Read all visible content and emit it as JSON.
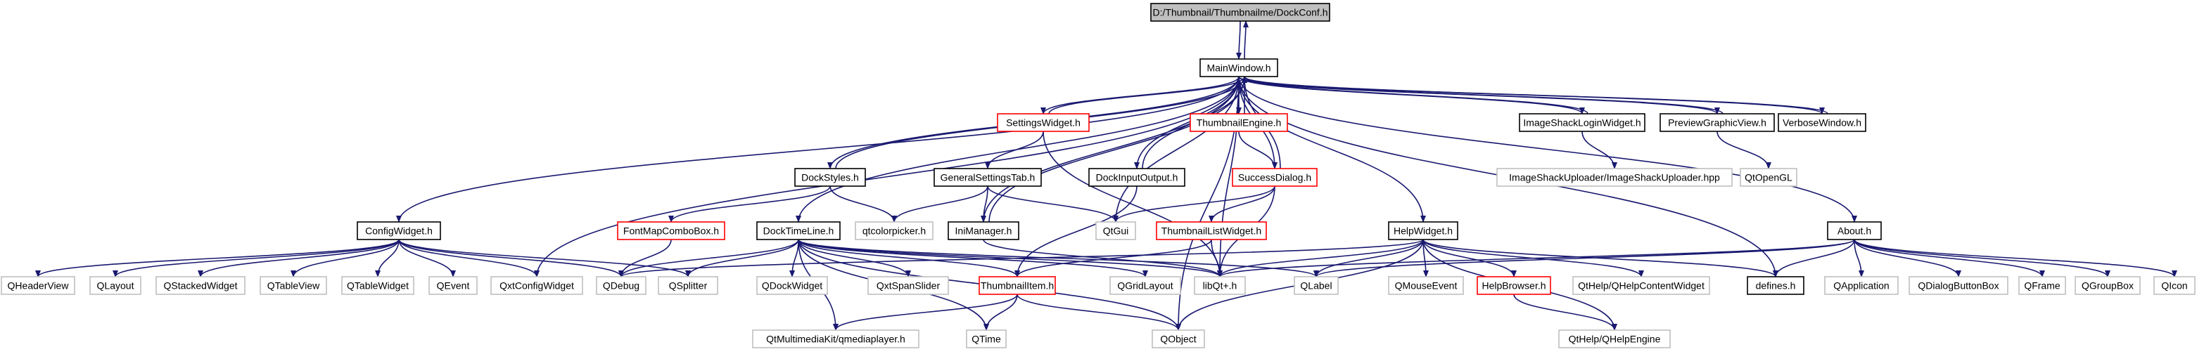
{
  "colors": {
    "edge": "#191970",
    "black_border": "#000000",
    "red_border": "#ff0000",
    "gray_border": "#bfbfbf",
    "root_fill": "#bfbfbf"
  },
  "nodes": [
    {
      "id": "dockconf",
      "label": "D:/Thumbnail/Thumbnailme/DockConf.h",
      "style": "root"
    },
    {
      "id": "mainwindow",
      "label": "MainWindow.h",
      "style": "black"
    },
    {
      "id": "settingswidget",
      "label": "SettingsWidget.h",
      "style": "red"
    },
    {
      "id": "thumbnailengine",
      "label": "ThumbnailEngine.h",
      "style": "red"
    },
    {
      "id": "imageshackloginwidget",
      "label": "ImageShackLoginWidget.h",
      "style": "black"
    },
    {
      "id": "previewgraphicview",
      "label": "PreviewGraphicView.h",
      "style": "black"
    },
    {
      "id": "verbosewindow",
      "label": "VerboseWindow.h",
      "style": "black"
    },
    {
      "id": "dockstyles",
      "label": "DockStyles.h",
      "style": "black"
    },
    {
      "id": "generalsettingstab",
      "label": "GeneralSettingsTab.h",
      "style": "black"
    },
    {
      "id": "dockinputoutput",
      "label": "DockInputOutput.h",
      "style": "black"
    },
    {
      "id": "successdialog",
      "label": "SuccessDialog.h",
      "style": "red"
    },
    {
      "id": "imageshackuploader",
      "label": "ImageShackUploader/ImageShackUploader.hpp",
      "style": "gray"
    },
    {
      "id": "qtopengl",
      "label": "QtOpenGL",
      "style": "gray"
    },
    {
      "id": "configwidget",
      "label": "ConfigWidget.h",
      "style": "black"
    },
    {
      "id": "fontmapcombobox",
      "label": "FontMapComboBox.h",
      "style": "red"
    },
    {
      "id": "qtcolorpicker",
      "label": "qtcolorpicker.h",
      "style": "gray"
    },
    {
      "id": "docktimeline",
      "label": "DockTimeLine.h",
      "style": "black"
    },
    {
      "id": "inimanager",
      "label": "IniManager.h",
      "style": "black"
    },
    {
      "id": "qtgui",
      "label": "QtGui",
      "style": "gray"
    },
    {
      "id": "thumbnaillistwidget",
      "label": "ThumbnailListWidget.h",
      "style": "red"
    },
    {
      "id": "helpwidget",
      "label": "HelpWidget.h",
      "style": "black"
    },
    {
      "id": "about",
      "label": "About.h",
      "style": "black"
    },
    {
      "id": "qheaderview",
      "label": "QHeaderView",
      "style": "gray"
    },
    {
      "id": "qlayout",
      "label": "QLayout",
      "style": "gray"
    },
    {
      "id": "qstackedwidget",
      "label": "QStackedWidget",
      "style": "gray"
    },
    {
      "id": "qtableview",
      "label": "QTableView",
      "style": "gray"
    },
    {
      "id": "qtablewidget",
      "label": "QTableWidget",
      "style": "gray"
    },
    {
      "id": "qevent",
      "label": "QEvent",
      "style": "gray"
    },
    {
      "id": "qxtconfigwidget",
      "label": "QxtConfigWidget",
      "style": "gray"
    },
    {
      "id": "qdebug",
      "label": "QDebug",
      "style": "gray"
    },
    {
      "id": "qsplitter",
      "label": "QSplitter",
      "style": "gray"
    },
    {
      "id": "qdockwidget",
      "label": "QDockWidget",
      "style": "gray"
    },
    {
      "id": "qxtspanslider",
      "label": "QxtSpanSlider",
      "style": "gray"
    },
    {
      "id": "thumbnailitem",
      "label": "ThumbnailItem.h",
      "style": "red"
    },
    {
      "id": "qgridlayout",
      "label": "QGridLayout",
      "style": "gray"
    },
    {
      "id": "libqtplus",
      "label": "libQt+.h",
      "style": "gray"
    },
    {
      "id": "qlabel",
      "label": "QLabel",
      "style": "gray"
    },
    {
      "id": "qmouseevent",
      "label": "QMouseEvent",
      "style": "gray"
    },
    {
      "id": "helpbrowser",
      "label": "HelpBrowser.h",
      "style": "red"
    },
    {
      "id": "qthelpcontentwidget",
      "label": "QtHelp/QHelpContentWidget",
      "style": "gray"
    },
    {
      "id": "defines",
      "label": "defines.h",
      "style": "black"
    },
    {
      "id": "qapplication",
      "label": "QApplication",
      "style": "gray"
    },
    {
      "id": "qdialogbuttonbox",
      "label": "QDialogButtonBox",
      "style": "gray"
    },
    {
      "id": "qframe",
      "label": "QFrame",
      "style": "gray"
    },
    {
      "id": "qgroupbox",
      "label": "QGroupBox",
      "style": "gray"
    },
    {
      "id": "qicon",
      "label": "QIcon",
      "style": "gray"
    },
    {
      "id": "qmediaplayer",
      "label": "QtMultimediaKit/qmediaplayer.h",
      "style": "gray"
    },
    {
      "id": "qtime",
      "label": "QTime",
      "style": "gray"
    },
    {
      "id": "qobject",
      "label": "QObject",
      "style": "gray"
    },
    {
      "id": "qthelpengine",
      "label": "QtHelp/QHelpEngine",
      "style": "gray"
    }
  ],
  "edges": [
    [
      "dockconf",
      "mainwindow"
    ],
    [
      "mainwindow",
      "dockconf"
    ],
    [
      "mainwindow",
      "settingswidget"
    ],
    [
      "settingswidget",
      "mainwindow"
    ],
    [
      "mainwindow",
      "thumbnailengine"
    ],
    [
      "thumbnailengine",
      "mainwindow"
    ],
    [
      "mainwindow",
      "imageshackloginwidget"
    ],
    [
      "imageshackloginwidget",
      "mainwindow"
    ],
    [
      "mainwindow",
      "previewgraphicview"
    ],
    [
      "previewgraphicview",
      "mainwindow"
    ],
    [
      "mainwindow",
      "verbosewindow"
    ],
    [
      "verbosewindow",
      "mainwindow"
    ],
    [
      "mainwindow",
      "dockstyles"
    ],
    [
      "dockstyles",
      "mainwindow"
    ],
    [
      "mainwindow",
      "dockinputoutput"
    ],
    [
      "dockinputoutput",
      "mainwindow"
    ],
    [
      "mainwindow",
      "successdialog"
    ],
    [
      "successdialog",
      "mainwindow"
    ],
    [
      "mainwindow",
      "configwidget"
    ],
    [
      "mainwindow",
      "docktimeline"
    ],
    [
      "mainwindow",
      "inimanager"
    ],
    [
      "inimanager",
      "mainwindow"
    ],
    [
      "mainwindow",
      "helpwidget"
    ],
    [
      "mainwindow",
      "about"
    ],
    [
      "mainwindow",
      "qtgui"
    ],
    [
      "mainwindow",
      "libqtplus"
    ],
    [
      "mainwindow",
      "defines"
    ],
    [
      "mainwindow",
      "qobject"
    ],
    [
      "mainwindow",
      "qxtconfigwidget"
    ],
    [
      "settingswidget",
      "generalsettingstab"
    ],
    [
      "settingswidget",
      "libqtplus"
    ],
    [
      "thumbnailengine",
      "successdialog"
    ],
    [
      "imageshackloginwidget",
      "imageshackuploader"
    ],
    [
      "previewgraphicview",
      "qtopengl"
    ],
    [
      "dockstyles",
      "fontmapcombobox"
    ],
    [
      "dockstyles",
      "qtcolorpicker"
    ],
    [
      "generalsettingstab",
      "qtcolorpicker"
    ],
    [
      "generalsettingstab",
      "inimanager"
    ],
    [
      "generalsettingstab",
      "qtgui"
    ],
    [
      "dockinputoutput",
      "thumbnailitem"
    ],
    [
      "successdialog",
      "qtgui"
    ],
    [
      "successdialog",
      "thumbnaillistwidget"
    ],
    [
      "successdialog",
      "libqtplus"
    ],
    [
      "thumbnaillistwidget",
      "thumbnailitem"
    ],
    [
      "thumbnaillistwidget",
      "libqtplus"
    ],
    [
      "fontmapcombobox",
      "qdebug"
    ],
    [
      "configwidget",
      "qheaderview"
    ],
    [
      "configwidget",
      "qlayout"
    ],
    [
      "configwidget",
      "qstackedwidget"
    ],
    [
      "configwidget",
      "qtableview"
    ],
    [
      "configwidget",
      "qtablewidget"
    ],
    [
      "configwidget",
      "qevent"
    ],
    [
      "configwidget",
      "qxtconfigwidget"
    ],
    [
      "configwidget",
      "qdebug"
    ],
    [
      "configwidget",
      "qsplitter"
    ],
    [
      "docktimeline",
      "qsplitter"
    ],
    [
      "docktimeline",
      "qdockwidget"
    ],
    [
      "docktimeline",
      "qxtspanslider"
    ],
    [
      "docktimeline",
      "thumbnailitem"
    ],
    [
      "docktimeline",
      "qgridlayout"
    ],
    [
      "docktimeline",
      "libqtplus"
    ],
    [
      "docktimeline",
      "qlabel"
    ],
    [
      "docktimeline",
      "qmediaplayer"
    ],
    [
      "docktimeline",
      "qtime"
    ],
    [
      "docktimeline",
      "qobject"
    ],
    [
      "docktimeline",
      "qdebug"
    ],
    [
      "inimanager",
      "libqtplus"
    ],
    [
      "thumbnailitem",
      "qmediaplayer"
    ],
    [
      "thumbnailitem",
      "qtime"
    ],
    [
      "thumbnailitem",
      "qobject"
    ],
    [
      "helpwidget",
      "qdebug"
    ],
    [
      "helpwidget",
      "libqtplus"
    ],
    [
      "helpwidget",
      "qlabel"
    ],
    [
      "helpwidget",
      "qmouseevent"
    ],
    [
      "helpwidget",
      "helpbrowser"
    ],
    [
      "helpwidget",
      "qthelpcontentwidget"
    ],
    [
      "helpwidget",
      "defines"
    ],
    [
      "helpwidget",
      "qobject"
    ],
    [
      "helpwidget",
      "qthelpengine"
    ],
    [
      "helpbrowser",
      "qthelpengine"
    ],
    [
      "about",
      "libqtplus"
    ],
    [
      "about",
      "qlabel"
    ],
    [
      "about",
      "defines"
    ],
    [
      "about",
      "qapplication"
    ],
    [
      "about",
      "qdialogbuttonbox"
    ],
    [
      "about",
      "qframe"
    ],
    [
      "about",
      "qgroupbox"
    ],
    [
      "about",
      "qicon"
    ]
  ]
}
